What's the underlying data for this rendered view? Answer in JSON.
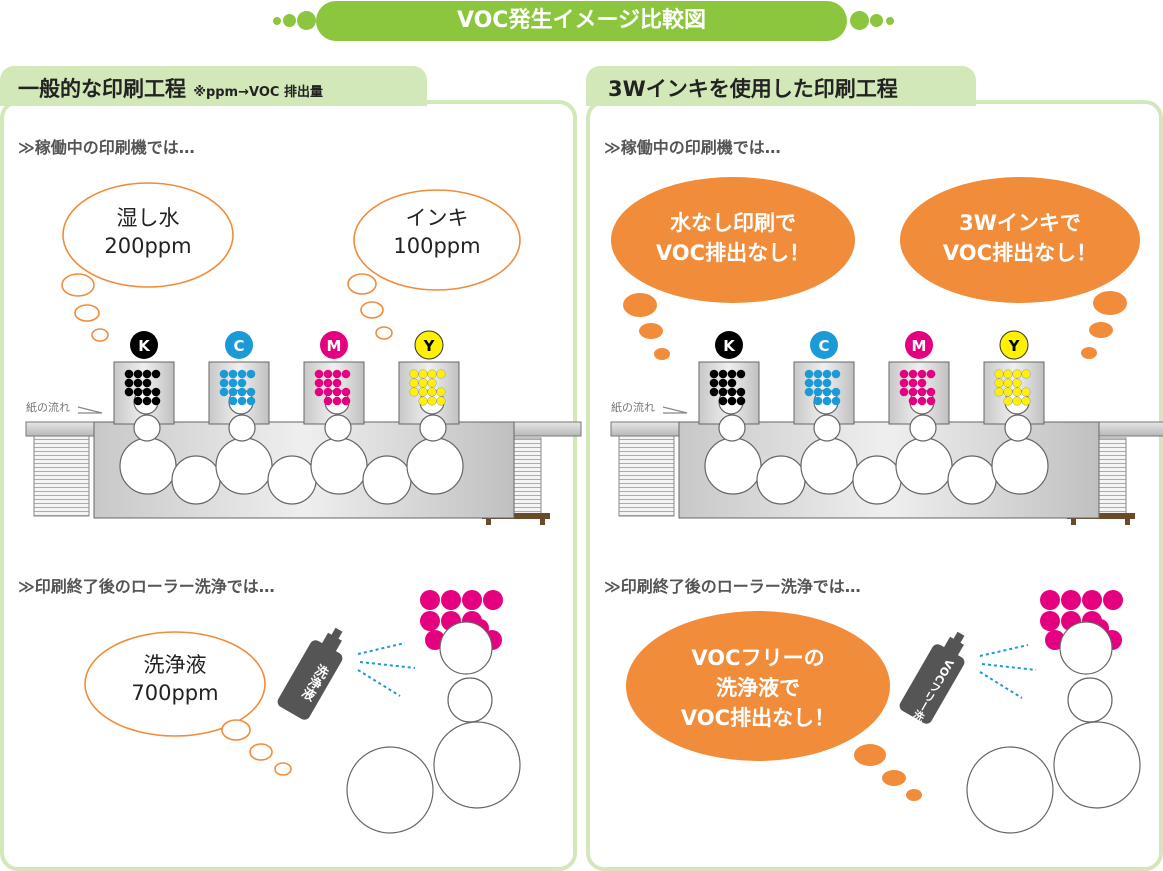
{
  "title": "VOC発生イメージ比較図",
  "left": {
    "header": "一般的な印刷工程",
    "note": "※ppm→VOC 排出量",
    "running_label": "≫稼働中の印刷機では…",
    "cleaning_label": "≫印刷終了後のローラー洗浄では…",
    "bubble1": {
      "line1": "湿し水",
      "line2": "200ppm"
    },
    "bubble2": {
      "line1": "インキ",
      "line2": "100ppm"
    },
    "bubble3": {
      "line1": "洗浄液",
      "line2": "700ppm"
    },
    "paper_flow": "紙の流れ",
    "spray_label": "洗浄液"
  },
  "right": {
    "header": "3Wインキを使用した印刷工程",
    "running_label": "≫稼働中の印刷機では…",
    "cleaning_label": "≫印刷終了後のローラー洗浄では…",
    "bubble1": {
      "line1": "水なし印刷で",
      "line2": "VOC排出なし！"
    },
    "bubble2": {
      "line1": "3Wインキで",
      "line2": "VOC排出なし！"
    },
    "bubble3": {
      "line1": "VOCフリーの",
      "line2": "洗浄液で",
      "line3": "VOC排出なし！"
    },
    "paper_flow": "紙の流れ",
    "spray_label": "VOCフリー洗浄液"
  },
  "inks": [
    {
      "letter": "K",
      "color": "#000000"
    },
    {
      "letter": "C",
      "color": "#1a9ad6"
    },
    {
      "letter": "M",
      "color": "#e4007f"
    },
    {
      "letter": "Y",
      "color": "#fff100"
    }
  ],
  "colors": {
    "accent": "#8cc63f",
    "panel": "#d3e8b9",
    "orange": "#f08c3a",
    "magenta": "#e4007f"
  }
}
